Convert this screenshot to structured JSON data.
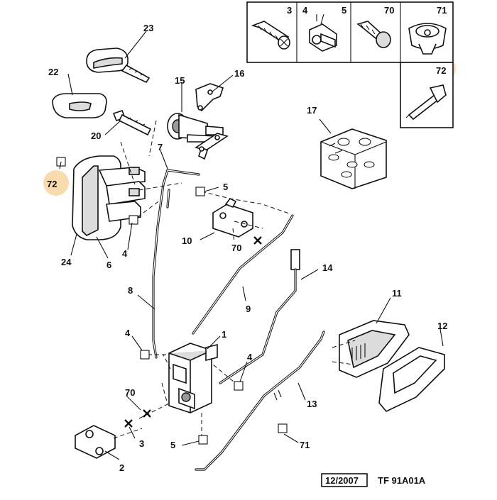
{
  "labels": {
    "p1": "1",
    "p2": "2",
    "p3_main": "3",
    "p4_a": "4",
    "p4_b": "4",
    "p4_c": "4",
    "p5_a": "5",
    "p5_b": "5",
    "p6": "6",
    "p7": "7",
    "p8": "8",
    "p9": "9",
    "p10": "10",
    "p11": "11",
    "p12": "12",
    "p13": "13",
    "p14": "14",
    "p15": "15",
    "p16": "16",
    "p17": "17",
    "p20": "20",
    "p22": "22",
    "p23": "23",
    "p24": "24",
    "p70_a": "70",
    "p70_b": "70",
    "p71_main": "71",
    "p72_left": "72"
  },
  "inset": {
    "cells": [
      "3",
      "4",
      "5",
      "70",
      "71"
    ],
    "side_label": "72"
  },
  "footer": {
    "date": "12/2007",
    "reference": "TF 91A01A"
  },
  "colors": {
    "highlight": "#f8dcae",
    "line": "#111111"
  }
}
